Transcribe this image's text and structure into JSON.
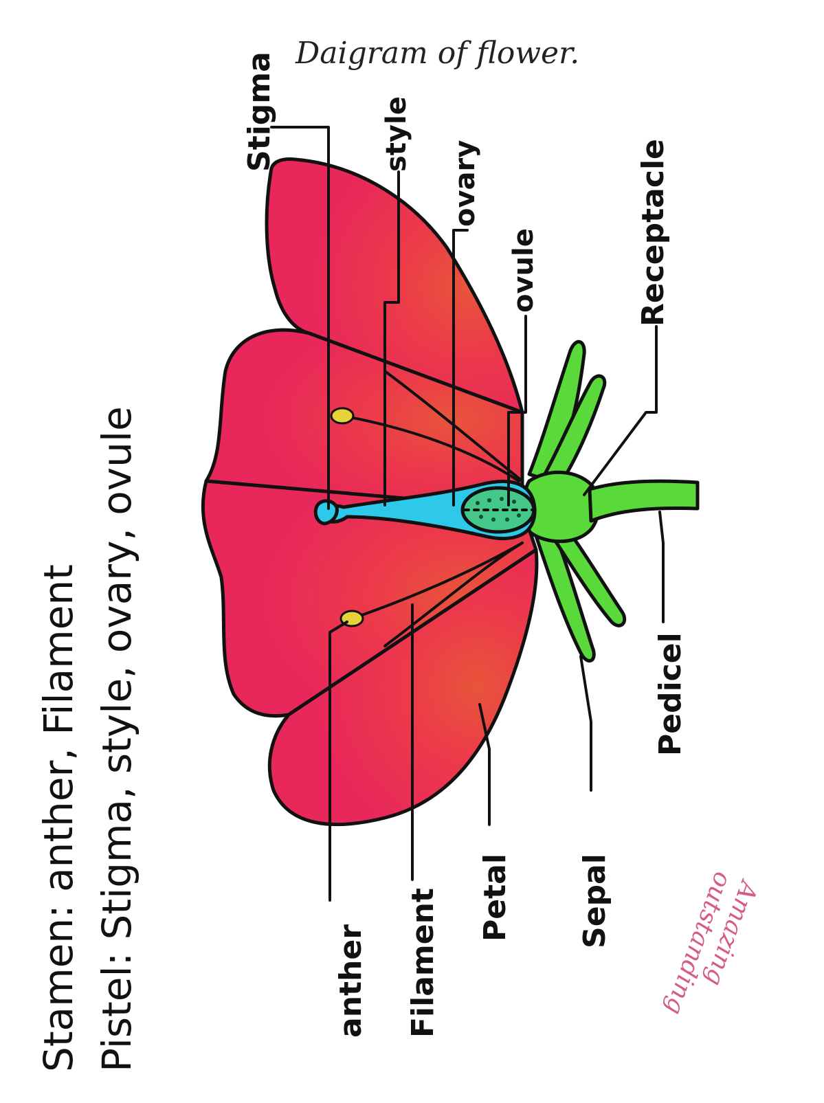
{
  "title": "Daigram of flower.",
  "legend": {
    "stamen": "Stamen: anther, Filament",
    "pistel": "Pistel: Stigma, style, ovary, ovule"
  },
  "labels": {
    "stigma": "Stigma",
    "style": "style",
    "ovary": "ovary",
    "ovule": "ovule",
    "receptacle": "Receptacle",
    "anther": "anther",
    "filament": "Filament",
    "petal": "Petal",
    "sepal": "Sepal",
    "pedicel": "Pedicel"
  },
  "signature": {
    "line1": "Amazing",
    "line2": "outstanding"
  },
  "colors": {
    "petal": "#e8285a",
    "petal_inner": "#ea4a3c",
    "sepal": "#59d93a",
    "pistil": "#2ec8e8",
    "ovary": "#46c78a",
    "anther": "#e8d23a",
    "signature": "#d65a8a"
  }
}
